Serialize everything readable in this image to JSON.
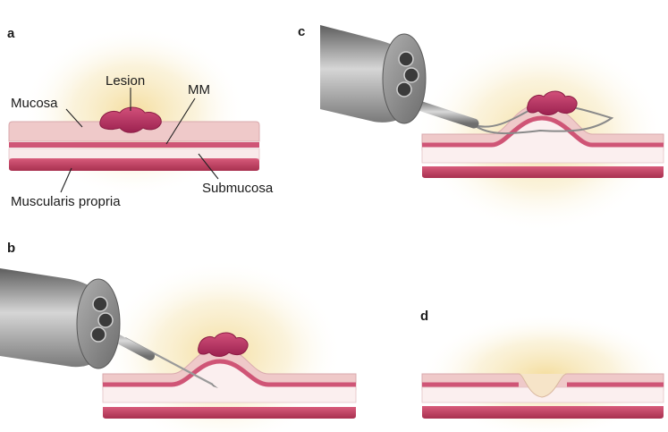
{
  "panels": [
    {
      "letter": "a"
    },
    {
      "letter": "b"
    },
    {
      "letter": "c"
    },
    {
      "letter": "d"
    }
  ],
  "labels": {
    "lesion": "Lesion",
    "mucosa": "Mucosa",
    "mm": "MM",
    "submucosa": "Submucosa",
    "muscularis_propria": "Muscularis propria"
  },
  "colors": {
    "mucosa": "#efc9c9",
    "submucosa": "#f9eaea",
    "muscularis": "#c43f62",
    "lesion": "#b72d5c",
    "glow": "#f6e3a6",
    "scope_body": "#8e8e8e",
    "needle": "#b8b8b8"
  }
}
